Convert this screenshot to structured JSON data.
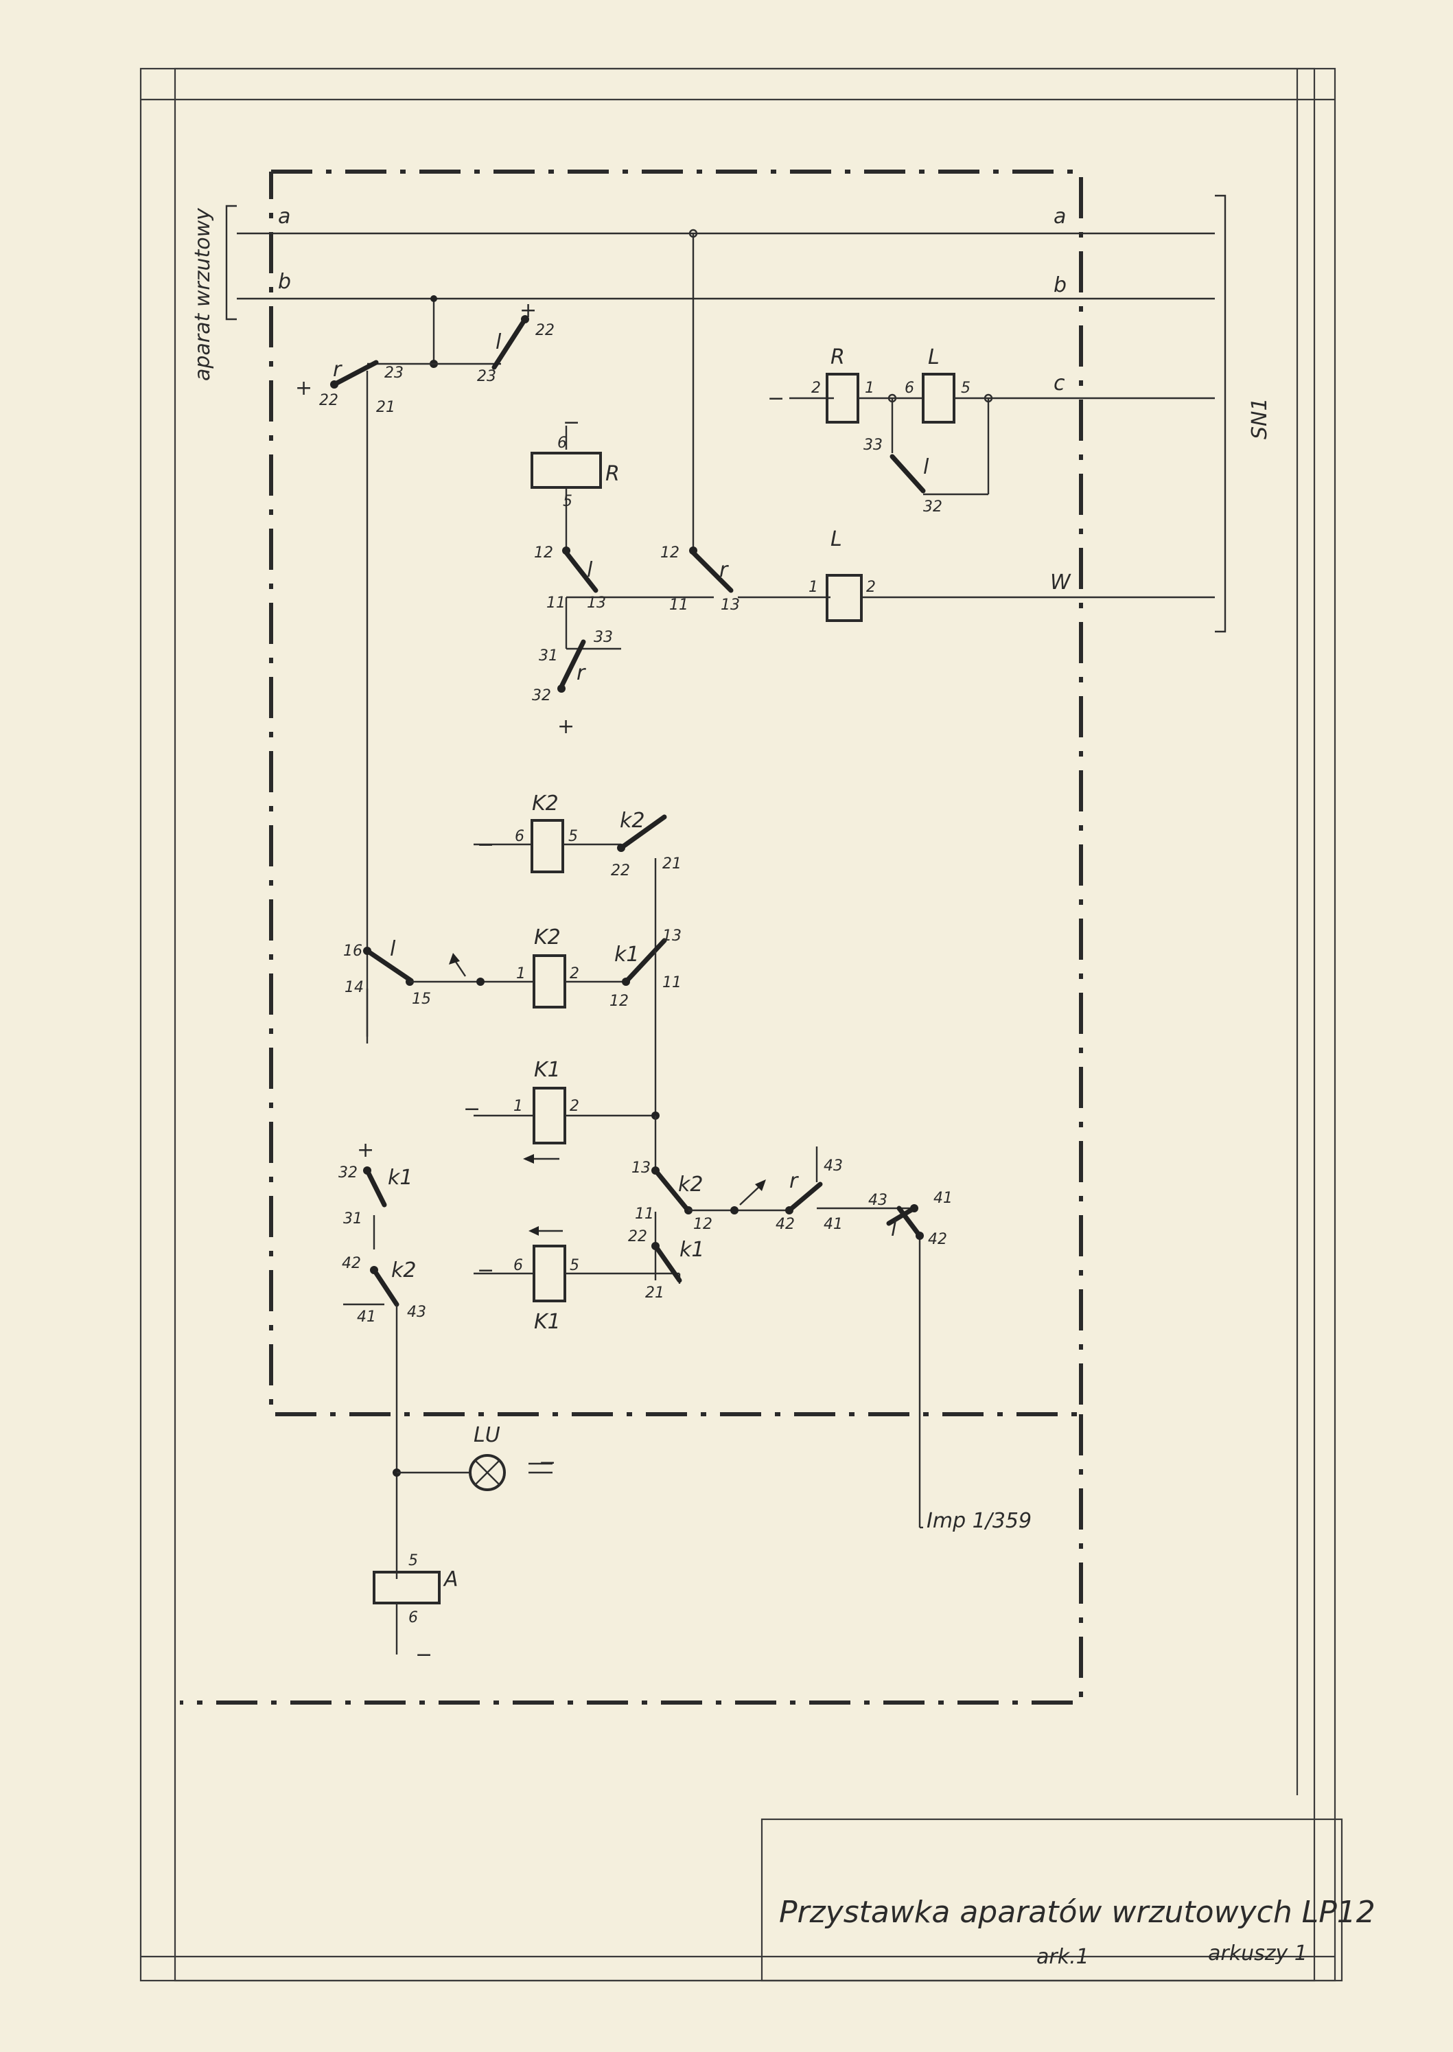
{
  "side_label": "aparat wrzutowy",
  "right_label": "SN1",
  "bus_lines": {
    "a_left": "a",
    "a_right": "a",
    "b_left": "b",
    "b_right": "b",
    "c_right": "c",
    "w_right": "W"
  },
  "symbols": {
    "plus": "+",
    "minus": "−"
  },
  "contacts": {
    "r_top": {
      "label": "r",
      "pins": [
        "22",
        "23",
        "21"
      ]
    },
    "l_top": {
      "label": "l",
      "pins": [
        "23",
        "22"
      ]
    },
    "l_mid": {
      "label": "l",
      "pins": [
        "12",
        "11",
        "13"
      ]
    },
    "r_mid": {
      "label": "r",
      "pins": [
        "12",
        "11",
        "13"
      ]
    },
    "r_low": {
      "label": "r",
      "pins": [
        "31",
        "33",
        "32"
      ]
    },
    "l_upper_right": {
      "label": "l",
      "pins": [
        "33",
        "32"
      ]
    },
    "k2_top": {
      "label": "k2",
      "pins": [
        "22",
        "21"
      ]
    },
    "l_k2": {
      "label": "l",
      "pins": [
        "16",
        "14",
        "15"
      ]
    },
    "k1_k2": {
      "label": "k1",
      "pins": [
        "13",
        "12",
        "11"
      ]
    },
    "k2_mid": {
      "label": "k2",
      "pins": [
        "13",
        "11",
        "12"
      ]
    },
    "r_right": {
      "label": "r",
      "pins": [
        "43",
        "41",
        "42"
      ]
    },
    "l_right": {
      "label": "l",
      "pins": [
        "43",
        "41",
        "42"
      ]
    },
    "k1_low": {
      "label": "k1",
      "pins": [
        "22",
        "21"
      ]
    },
    "k1_left": {
      "label": "k1",
      "pins": [
        "32",
        "31"
      ]
    },
    "k2_left": {
      "label": "k2",
      "pins": [
        "42",
        "41",
        "43"
      ]
    }
  },
  "coils": {
    "R_top": {
      "label": "R",
      "pins": [
        "2",
        "1"
      ]
    },
    "L_top": {
      "label": "L",
      "pins": [
        "6",
        "5"
      ]
    },
    "R_mid": {
      "label": "R",
      "pins": [
        "6",
        "5"
      ]
    },
    "L_mid": {
      "label": "L",
      "pins": [
        "1",
        "2"
      ]
    },
    "K2_top": {
      "label": "K2",
      "pins": [
        "6",
        "5"
      ]
    },
    "K2_mid": {
      "label": "K2",
      "pins": [
        "1",
        "2"
      ]
    },
    "K1_top": {
      "label": "K1",
      "pins": [
        "1",
        "2"
      ]
    },
    "K1_low": {
      "label": "K1",
      "pins": [
        "6",
        "5"
      ]
    },
    "A": {
      "label": "A",
      "pins": [
        "5",
        "6"
      ]
    }
  },
  "lamp_label": "LU",
  "imp_label": "Imp 1/359",
  "title_block": {
    "title": "Przystawka aparatów wrzutowych LP12",
    "sheet": "ark.1",
    "sheets": "arkuszy 1"
  }
}
